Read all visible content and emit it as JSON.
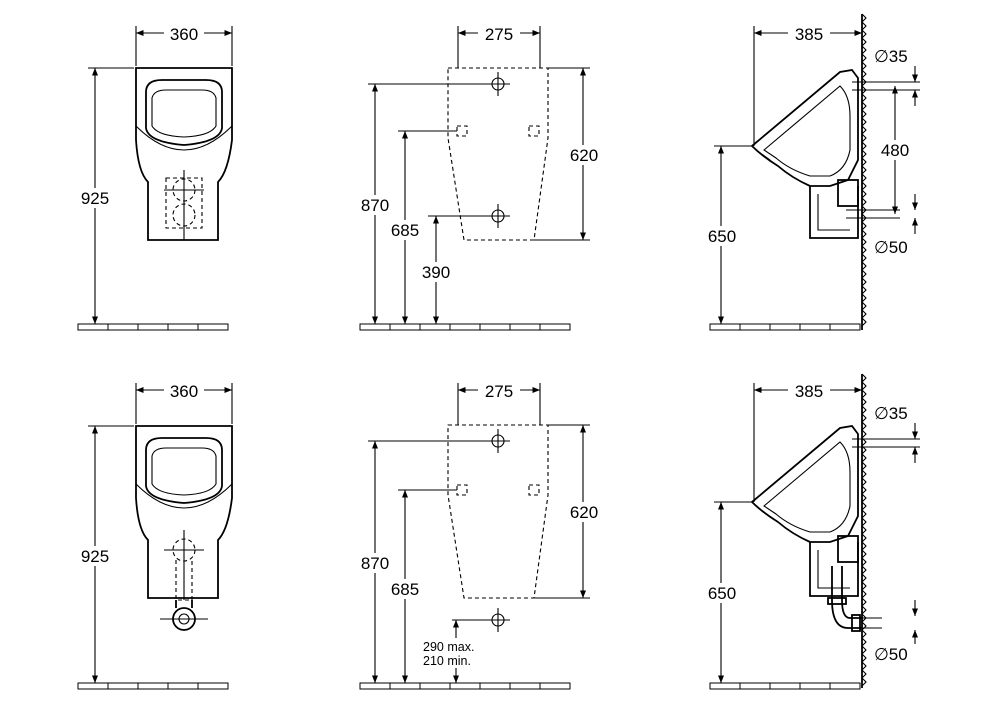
{
  "dimensions": {
    "width_front": "360",
    "height_total": "925",
    "fixing_spacing": "275",
    "water_inlet_height": "870",
    "fixing_height": "685",
    "waste_height": "390",
    "body_height": "620",
    "projection": "385",
    "inlet_diameter": "∅35",
    "inlet_to_outlet": "480",
    "floor_to_rim": "650",
    "outlet_diameter": "∅50",
    "waste_range_max": "290 max.",
    "waste_range_min": "210 min."
  }
}
